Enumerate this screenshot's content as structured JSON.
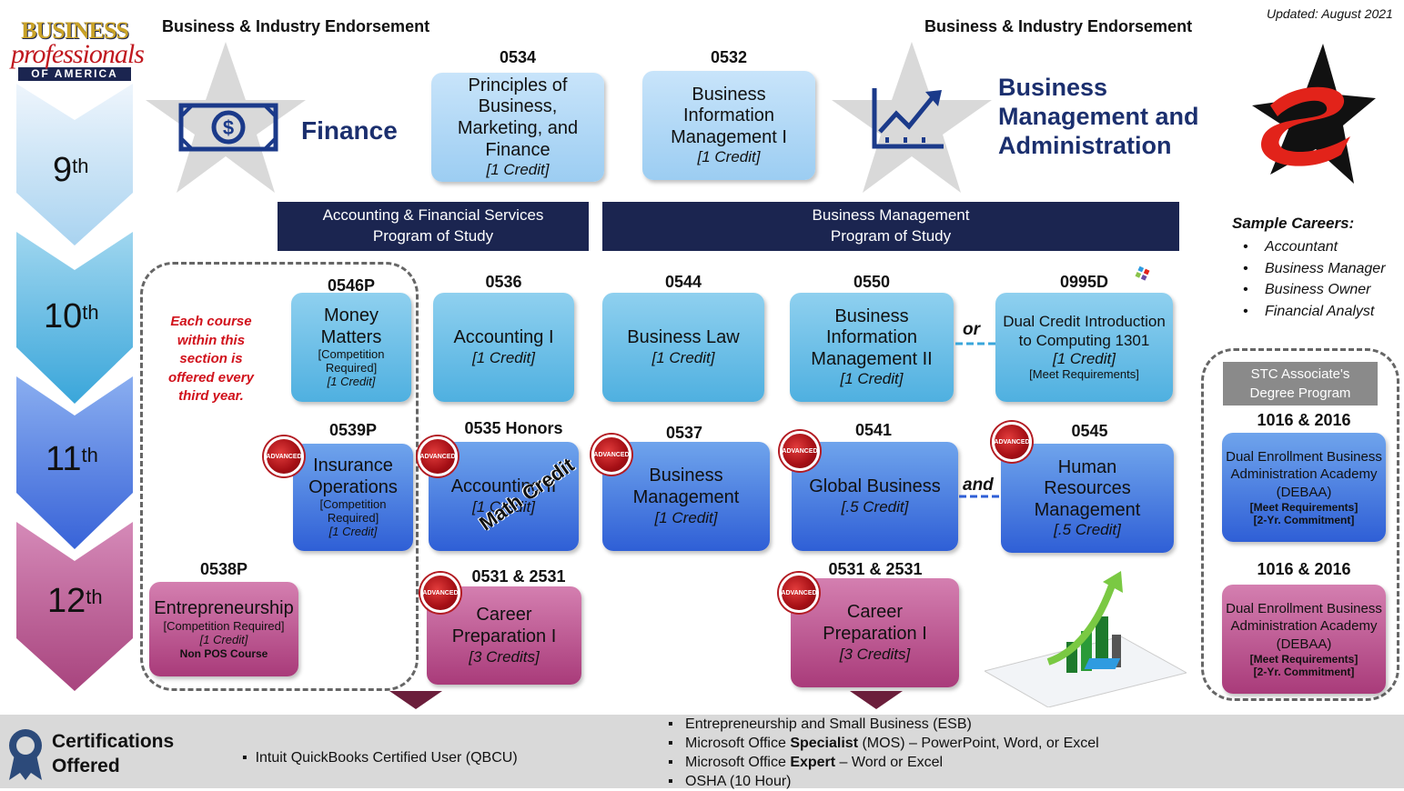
{
  "updated": "Updated: August 2021",
  "header_left": "Business & Industry Endorsement",
  "header_right": "Business & Industry Endorsement",
  "logo": {
    "line1": "BUSINESS",
    "line2": "professionals",
    "line3": "OF AMERICA"
  },
  "cluster_left": "Finance",
  "cluster_right": [
    "Business",
    "Management and",
    "Administration"
  ],
  "grades": [
    {
      "num": "9",
      "suf": "th"
    },
    {
      "num": "10",
      "suf": "th"
    },
    {
      "num": "11",
      "suf": "th"
    },
    {
      "num": "12",
      "suf": "th"
    }
  ],
  "courses_9": [
    {
      "code": "0534",
      "title": "Principles of Business, Marketing, and Finance",
      "credit": "[1 Credit]"
    },
    {
      "code": "0532",
      "title": "Business Information Management I",
      "credit": "[1 Credit]"
    }
  ],
  "programs": {
    "accounting": {
      "line1": "Accounting & Financial Services",
      "line2": "Program of Study"
    },
    "management": {
      "line1": "Business Management",
      "line2": "Program of Study"
    }
  },
  "note": "Each course within this section is offered every third year.",
  "c0546": {
    "code": "0546P",
    "title": "Money Matters",
    "sub": "[Competition Required]",
    "credit": "[1 Credit]"
  },
  "c0539": {
    "code": "0539P",
    "title": "Insurance Operations",
    "sub": "[Competition Required]",
    "credit": "[1 Credit]"
  },
  "c0538": {
    "code": "0538P",
    "title": "Entrepreneurship",
    "sub": "[Competition Required]",
    "credit": "[1 Credit]",
    "extra": "Non POS Course"
  },
  "c0536": {
    "code": "0536",
    "title": "Accounting I",
    "credit": "[1 Credit]"
  },
  "c0535": {
    "code": "0535 Honors",
    "title": "Accounting II",
    "credit": "[1 Credit]",
    "stamp": "Math Credit"
  },
  "c0531a": {
    "code": "0531 & 2531",
    "title": "Career Preparation I",
    "credit": "[3 Credits]"
  },
  "c0544": {
    "code": "0544",
    "title": "Business Law",
    "credit": "[1 Credit]"
  },
  "c0537": {
    "code": "0537",
    "title": "Business Management",
    "credit": "[1 Credit]"
  },
  "c0550": {
    "code": "0550",
    "title": "Business Information Management II",
    "credit": "[1 Credit]"
  },
  "c0541": {
    "code": "0541",
    "title": "Global Business",
    "credit": "[.5 Credit]"
  },
  "c0531b": {
    "code": "0531 & 2531",
    "title": "Career Preparation I",
    "credit": "[3 Credits]"
  },
  "c0995": {
    "code": "0995D",
    "title": "Dual Credit Introduction to Computing 1301",
    "credit": "[1 Credit]",
    "sub": "[Meet Requirements]"
  },
  "c0545": {
    "code": "0545",
    "title": "Human Resources Management",
    "credit": "[.5 Credit]"
  },
  "connector_or": "or",
  "connector_and": "and",
  "advanced_label": "ADVANCED",
  "careers": {
    "title": "Sample Careers:",
    "items": [
      "Accountant",
      "Business Manager",
      "Business Owner",
      "Financial Analyst"
    ]
  },
  "stc": {
    "title": "STC Associate's Degree Program",
    "code1": "1016 & 2016",
    "box1": {
      "title": "Dual Enrollment Business Administration Academy (DEBAA)",
      "sub1": "[Meet Requirements]",
      "sub2": "[2-Yr. Commitment]"
    },
    "code2": "1016 & 2016",
    "box2": {
      "title": "Dual Enrollment Business Administration Academy (DEBAA)",
      "sub1": "[Meet Requirements]",
      "sub2": "[2-Yr. Commitment]"
    }
  },
  "certifications": {
    "title_line1": "Certifications",
    "title_line2": "Offered",
    "left": [
      "Intuit QuickBooks Certified User (QBCU)"
    ],
    "right": [
      {
        "pre": "Entrepreneurship and Small Business (ESB)",
        "bold": "",
        "post": ""
      },
      {
        "pre": "Microsoft Office ",
        "bold": "Specialist",
        "post": " (MOS) – PowerPoint, Word, or Excel"
      },
      {
        "pre": "Microsoft Office ",
        "bold": "Expert",
        "post": " – Word or Excel"
      },
      {
        "pre": "OSHA (10 Hour)",
        "bold": "",
        "post": ""
      }
    ]
  },
  "colors": {
    "navy": "#1b2550",
    "red_note": "#d1111b",
    "pink": "#a93b7a",
    "blue": "#2f5fd6"
  }
}
